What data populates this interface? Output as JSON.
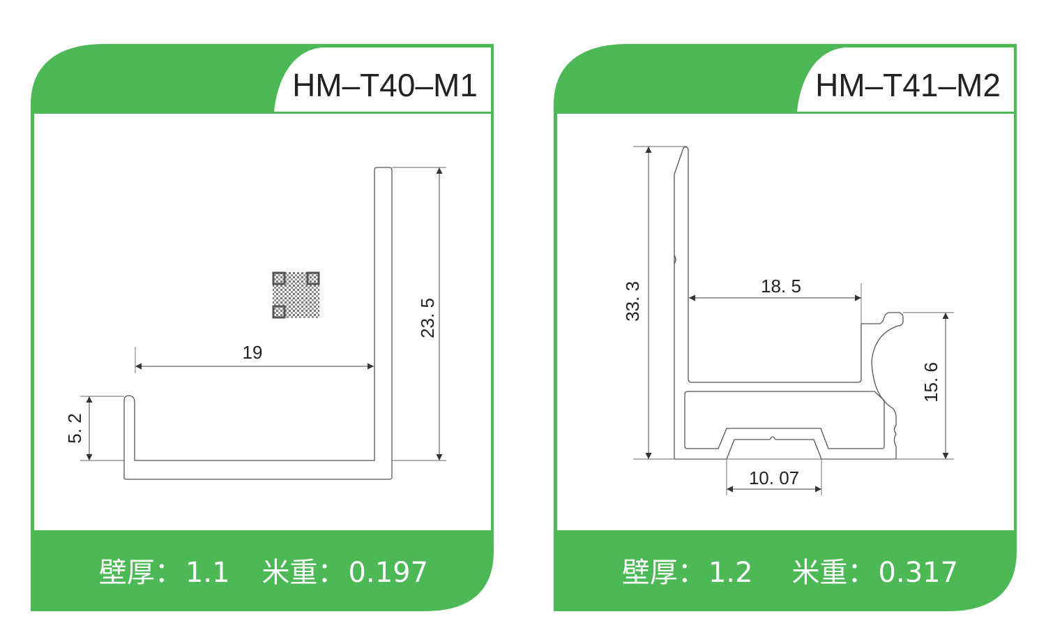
{
  "colors": {
    "brand_green": "#4db856",
    "line": "#444444"
  },
  "products": [
    {
      "model": "HM–T40–M1",
      "wall_thickness_label": "壁厚：",
      "wall_thickness": "1.1",
      "weight_label": "米重：",
      "weight": "0.197",
      "dimensions": {
        "width": "19",
        "height": "23. 5",
        "lip": "5. 2"
      }
    },
    {
      "model": "HM–T41–M2",
      "wall_thickness_label": "壁厚：",
      "wall_thickness": "1.2",
      "weight_label": "米重：",
      "weight": "0.317",
      "dimensions": {
        "height": "33. 3",
        "inner_width": "18. 5",
        "side_height": "15. 6",
        "channel_width": "10. 07"
      }
    }
  ]
}
